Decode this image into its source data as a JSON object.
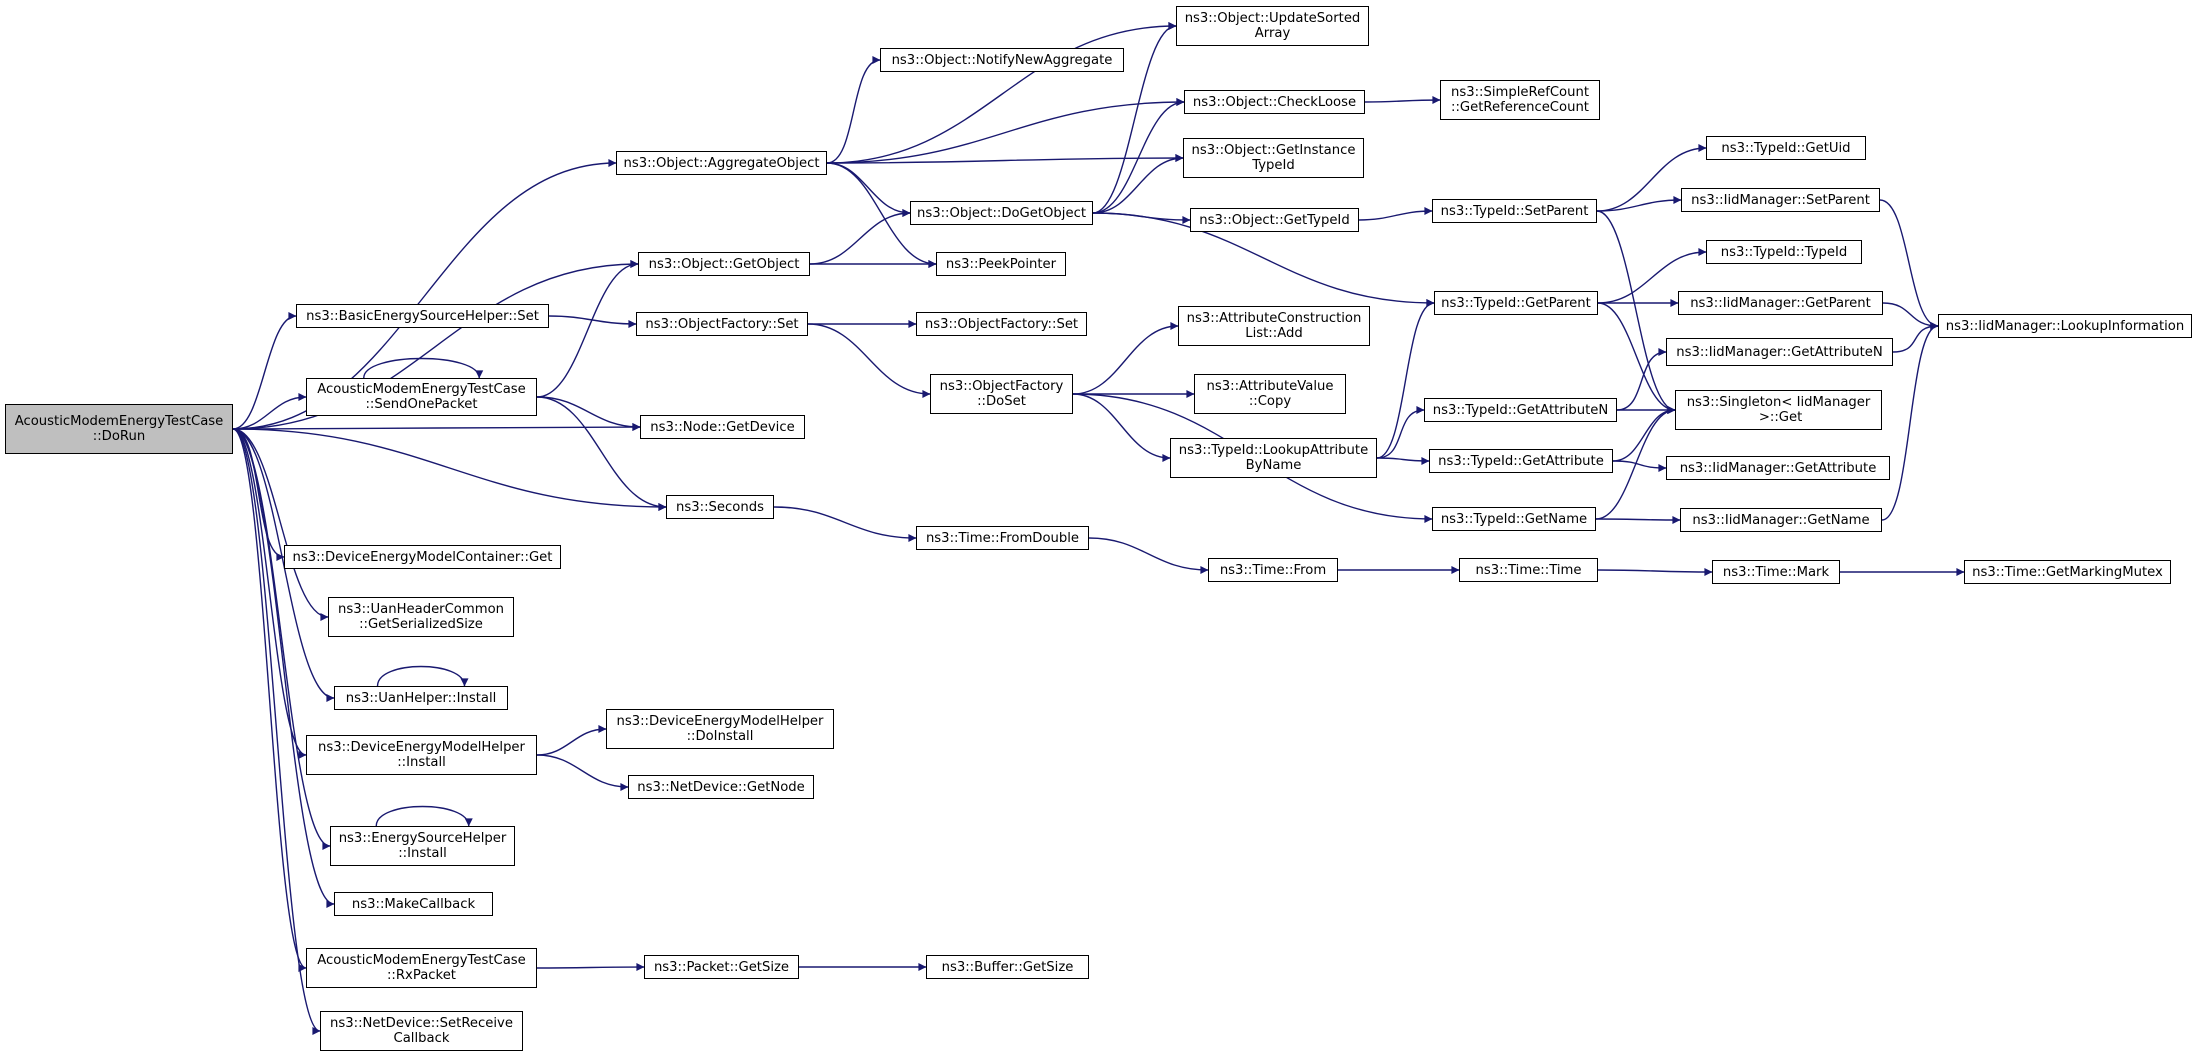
{
  "graph": {
    "title": "",
    "root_fill": "#bfbfbf",
    "edge_color": "#191970",
    "nodes": {
      "n1": {
        "label": "AcousticModemEnergyTestCase\n::DoRun"
      },
      "n2": {
        "label": "ns3::Object::AggregateObject"
      },
      "n3": {
        "label": "ns3::Object::GetObject"
      },
      "n4": {
        "label": "ns3::BasicEnergySourceHelper::Set"
      },
      "n5": {
        "label": "AcousticModemEnergyTestCase\n::SendOnePacket"
      },
      "n6": {
        "label": "ns3::Node::GetDevice"
      },
      "n7": {
        "label": "ns3::Seconds"
      },
      "n8": {
        "label": "ns3::DeviceEnergyModelContainer::Get"
      },
      "n9": {
        "label": "ns3::UanHeaderCommon\n::GetSerializedSize"
      },
      "n10": {
        "label": "ns3::UanHelper::Install"
      },
      "n11": {
        "label": "ns3::DeviceEnergyModelHelper\n::Install"
      },
      "n12": {
        "label": "ns3::EnergySourceHelper\n::Install"
      },
      "n13": {
        "label": "ns3::MakeCallback"
      },
      "n14": {
        "label": "AcousticModemEnergyTestCase\n::RxPacket"
      },
      "n15": {
        "label": "ns3::NetDevice::SetReceive\nCallback"
      },
      "n16": {
        "label": "ns3::Object::NotifyNewAggregate"
      },
      "n17": {
        "label": "ns3::Object::DoGetObject"
      },
      "n18": {
        "label": "ns3::PeekPointer"
      },
      "n19": {
        "label": "ns3::ObjectFactory::Set"
      },
      "n20": {
        "label": "ns3::ObjectFactory::Set"
      },
      "n21": {
        "label": "ns3::ObjectFactory\n::DoSet"
      },
      "n22": {
        "label": "ns3::Time::FromDouble"
      },
      "n23": {
        "label": "ns3::DeviceEnergyModelHelper\n::DoInstall"
      },
      "n24": {
        "label": "ns3::NetDevice::GetNode"
      },
      "n25": {
        "label": "ns3::Packet::GetSize"
      },
      "n26": {
        "label": "ns3::Buffer::GetSize"
      },
      "n27": {
        "label": "ns3::Object::UpdateSorted\nArray"
      },
      "n28": {
        "label": "ns3::Object::CheckLoose"
      },
      "n29": {
        "label": "ns3::Object::GetInstance\nTypeId"
      },
      "n30": {
        "label": "ns3::Object::GetTypeId"
      },
      "n31": {
        "label": "ns3::AttributeConstruction\nList::Add"
      },
      "n32": {
        "label": "ns3::AttributeValue\n::Copy"
      },
      "n33": {
        "label": "ns3::TypeId::LookupAttribute\nByName"
      },
      "n34": {
        "label": "ns3::Time::From"
      },
      "n35": {
        "label": "ns3::SimpleRefCount\n::GetReferenceCount"
      },
      "n36": {
        "label": "ns3::TypeId::SetParent"
      },
      "n37": {
        "label": "ns3::TypeId::GetParent"
      },
      "n38": {
        "label": "ns3::TypeId::GetAttributeN"
      },
      "n39": {
        "label": "ns3::TypeId::GetAttribute"
      },
      "n40": {
        "label": "ns3::TypeId::GetName"
      },
      "n41": {
        "label": "ns3::Time::Time"
      },
      "n42": {
        "label": "ns3::TypeId::GetUid"
      },
      "n43": {
        "label": "ns3::IidManager::SetParent"
      },
      "n44": {
        "label": "ns3::TypeId::TypeId"
      },
      "n45": {
        "label": "ns3::IidManager::GetParent"
      },
      "n46": {
        "label": "ns3::IidManager::GetAttributeN"
      },
      "n47": {
        "label": "ns3::Singleton< IidManager\n >::Get"
      },
      "n48": {
        "label": "ns3::IidManager::GetAttribute"
      },
      "n49": {
        "label": "ns3::IidManager::GetName"
      },
      "n50": {
        "label": "ns3::Time::Mark"
      },
      "n51": {
        "label": "ns3::IidManager::LookupInformation"
      },
      "n52": {
        "label": "ns3::Time::GetMarkingMutex"
      }
    },
    "edges": [
      [
        "n1",
        "n2"
      ],
      [
        "n1",
        "n3"
      ],
      [
        "n1",
        "n4"
      ],
      [
        "n1",
        "n5"
      ],
      [
        "n1",
        "n6"
      ],
      [
        "n1",
        "n7"
      ],
      [
        "n1",
        "n8"
      ],
      [
        "n1",
        "n9"
      ],
      [
        "n1",
        "n10"
      ],
      [
        "n1",
        "n11"
      ],
      [
        "n1",
        "n12"
      ],
      [
        "n1",
        "n13"
      ],
      [
        "n1",
        "n14"
      ],
      [
        "n1",
        "n15"
      ],
      [
        "n2",
        "n27"
      ],
      [
        "n2",
        "n16"
      ],
      [
        "n2",
        "n28"
      ],
      [
        "n2",
        "n29"
      ],
      [
        "n2",
        "n17"
      ],
      [
        "n2",
        "n18"
      ],
      [
        "n3",
        "n17"
      ],
      [
        "n3",
        "n18"
      ],
      [
        "n4",
        "n19"
      ],
      [
        "n19",
        "n20"
      ],
      [
        "n19",
        "n21"
      ],
      [
        "n5",
        "n5"
      ],
      [
        "n5",
        "n3"
      ],
      [
        "n5",
        "n6"
      ],
      [
        "n5",
        "n7"
      ],
      [
        "n7",
        "n22"
      ],
      [
        "n22",
        "n34"
      ],
      [
        "n34",
        "n41"
      ],
      [
        "n41",
        "n50"
      ],
      [
        "n50",
        "n52"
      ],
      [
        "n10",
        "n10"
      ],
      [
        "n11",
        "n23"
      ],
      [
        "n11",
        "n24"
      ],
      [
        "n12",
        "n12"
      ],
      [
        "n14",
        "n25"
      ],
      [
        "n25",
        "n26"
      ],
      [
        "n17",
        "n27"
      ],
      [
        "n17",
        "n28"
      ],
      [
        "n17",
        "n29"
      ],
      [
        "n17",
        "n30"
      ],
      [
        "n17",
        "n37"
      ],
      [
        "n28",
        "n35"
      ],
      [
        "n30",
        "n36"
      ],
      [
        "n21",
        "n31"
      ],
      [
        "n21",
        "n32"
      ],
      [
        "n21",
        "n33"
      ],
      [
        "n21",
        "n40"
      ],
      [
        "n33",
        "n37"
      ],
      [
        "n33",
        "n38"
      ],
      [
        "n33",
        "n39"
      ],
      [
        "n36",
        "n42"
      ],
      [
        "n36",
        "n43"
      ],
      [
        "n36",
        "n47"
      ],
      [
        "n37",
        "n44"
      ],
      [
        "n37",
        "n45"
      ],
      [
        "n37",
        "n47"
      ],
      [
        "n38",
        "n46"
      ],
      [
        "n38",
        "n47"
      ],
      [
        "n39",
        "n47"
      ],
      [
        "n39",
        "n48"
      ],
      [
        "n40",
        "n47"
      ],
      [
        "n40",
        "n49"
      ],
      [
        "n43",
        "n51"
      ],
      [
        "n45",
        "n51"
      ],
      [
        "n46",
        "n51"
      ],
      [
        "n49",
        "n51"
      ]
    ]
  }
}
